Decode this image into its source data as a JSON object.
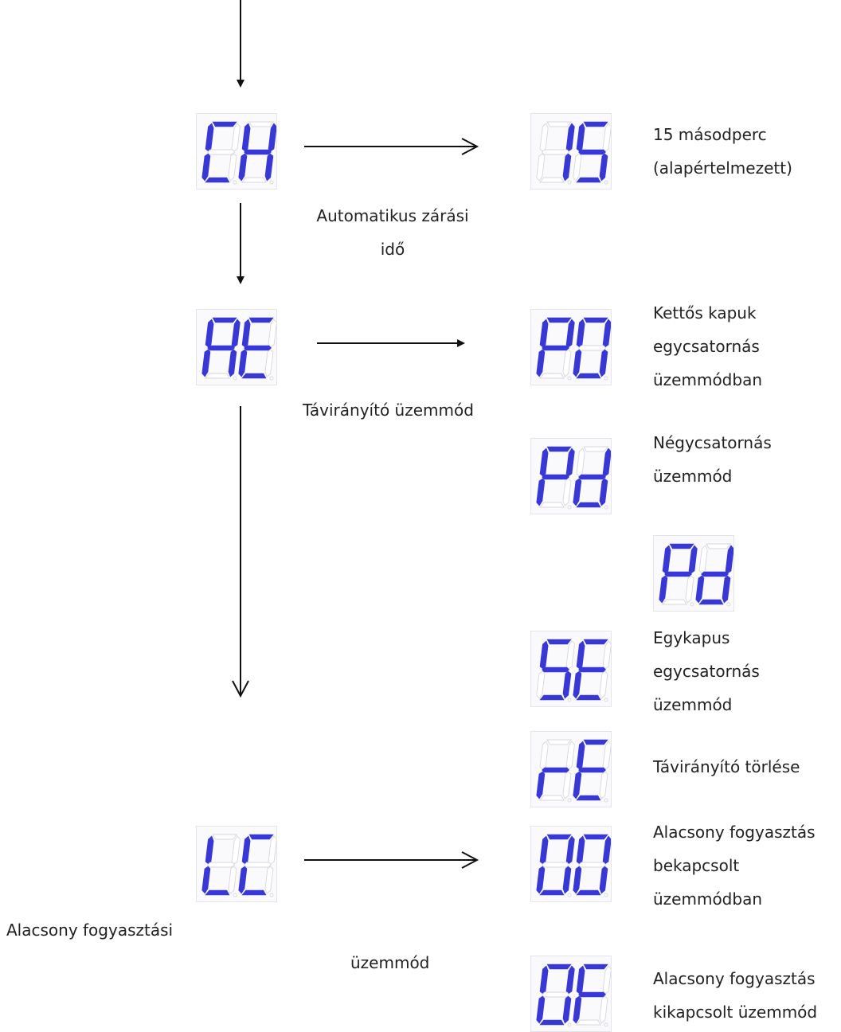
{
  "colors": {
    "segment_on": "#3838d6",
    "segment_off": "#d6d6de",
    "arrow": "#111111"
  },
  "menu": [
    {
      "code": "CH",
      "caption": [
        "Automatikus zárási",
        "idő"
      ],
      "options": [
        {
          "code": "15",
          "description": [
            "15 másodperc",
            "(alapértelmezett)"
          ]
        }
      ]
    },
    {
      "code": "AE",
      "caption": [
        "Távirányító üzemmód"
      ],
      "options": [
        {
          "code": "P0",
          "description": [
            "Kettős kapuk",
            "egycsatornás",
            "üzemmódban"
          ]
        },
        {
          "code": "Pd",
          "description": [
            "Négycsatornás",
            "üzemmód"
          ]
        },
        {
          "code": "Pd",
          "description": []
        },
        {
          "code": "SE",
          "description": [
            "Egykapus",
            "egycsatornás",
            "üzemmód"
          ]
        },
        {
          "code": "rE",
          "description": [
            "Távirányító törlése"
          ]
        }
      ]
    },
    {
      "code": "LC",
      "caption": [
        "Alacsony fogyasztási",
        "üzemmód"
      ],
      "options": [
        {
          "code": "00",
          "description": [
            "Alacsony fogyasztás",
            "bekapcsolt",
            "üzemmódban"
          ]
        },
        {
          "code": "0F",
          "description": [
            "Alacsony fogyasztás",
            "kikapcsolt üzemmód"
          ]
        }
      ]
    }
  ]
}
